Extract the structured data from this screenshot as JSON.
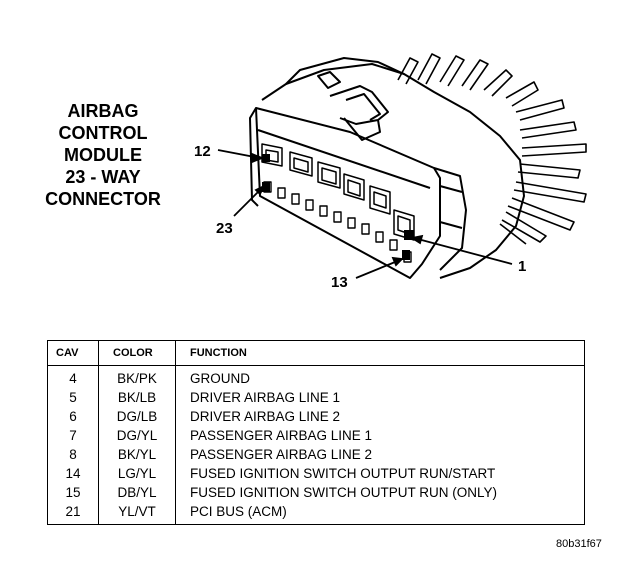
{
  "title_lines": [
    "AIRBAG",
    "CONTROL",
    "MODULE",
    "23 - WAY",
    "CONNECTOR"
  ],
  "callouts": {
    "pin12": "12",
    "pin23": "23",
    "pin1": "1",
    "pin13": "13"
  },
  "table": {
    "headers": {
      "cav": "CAV",
      "color": "COLOR",
      "function": "FUNCTION"
    },
    "rows": [
      {
        "cav": "4",
        "color": "BK/PK",
        "function": "GROUND"
      },
      {
        "cav": "5",
        "color": "BK/LB",
        "function": "DRIVER AIRBAG LINE 1"
      },
      {
        "cav": "6",
        "color": "DG/LB",
        "function": "DRIVER AIRBAG LINE 2"
      },
      {
        "cav": "7",
        "color": "DG/YL",
        "function": "PASSENGER AIRBAG LINE 1"
      },
      {
        "cav": "8",
        "color": "BK/YL",
        "function": "PASSENGER AIRBAG LINE 2"
      },
      {
        "cav": "14",
        "color": "LG/YL",
        "function": "FUSED IGNITION SWITCH OUTPUT RUN/START"
      },
      {
        "cav": "15",
        "color": "DB/YL",
        "function": "FUSED IGNITION SWITCH OUTPUT RUN (ONLY)"
      },
      {
        "cav": "21",
        "color": "YL/VT",
        "function": "PCI BUS (ACM)"
      }
    ]
  },
  "figure_id": "80b31f67"
}
